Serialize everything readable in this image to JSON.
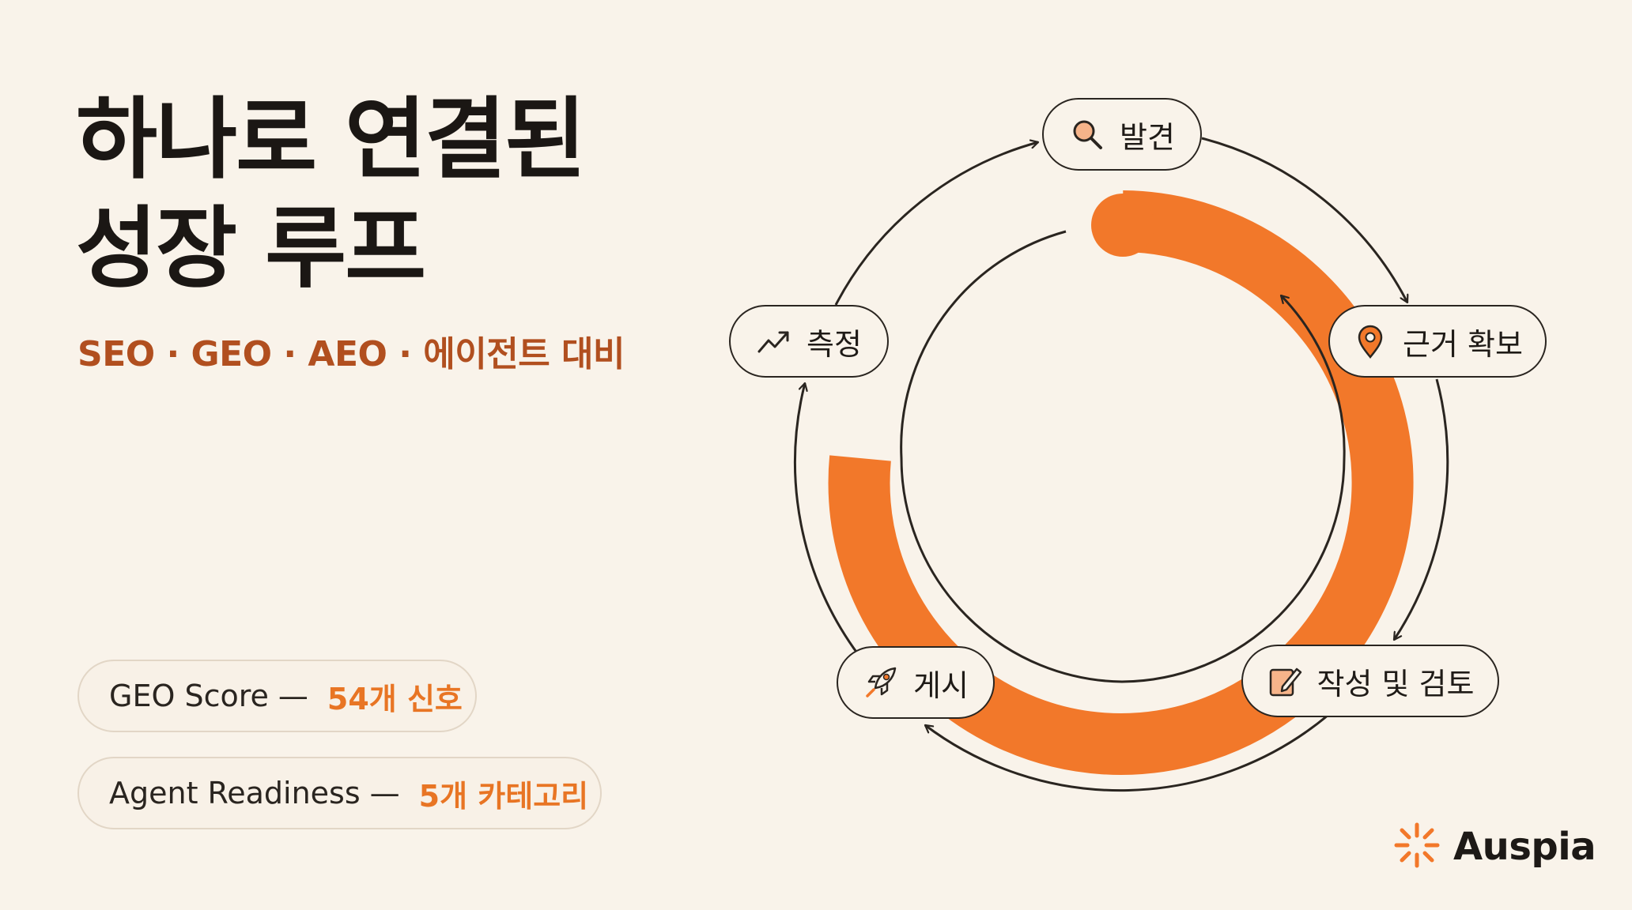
{
  "title_line1": "하나로 연결된",
  "title_line2": "성장 루프",
  "subtitle": "SEO · GEO · AEO · 에이전트 대비",
  "stats": [
    {
      "label": "GEO Score",
      "separator": "—",
      "highlight": "54개 신호"
    },
    {
      "label": "Agent Readiness",
      "separator": "—",
      "highlight": "5개 카테고리"
    }
  ],
  "steps": {
    "discover": {
      "label": "발견",
      "icon": "magnifier-icon"
    },
    "evidence": {
      "label": "근거 확보",
      "icon": "map-pin-icon"
    },
    "write": {
      "label": "작성 및 검토",
      "icon": "edit-document-icon"
    },
    "publish": {
      "label": "게시",
      "icon": "rocket-icon"
    },
    "measure": {
      "label": "측정",
      "icon": "trend-up-icon"
    }
  },
  "brand": {
    "name": "Auspia",
    "icon": "sunburst-logo-icon"
  },
  "colors": {
    "background": "#f9f3ea",
    "accent": "#f2782a",
    "subtitle": "#b14f1f",
    "ink": "#1b1714"
  }
}
